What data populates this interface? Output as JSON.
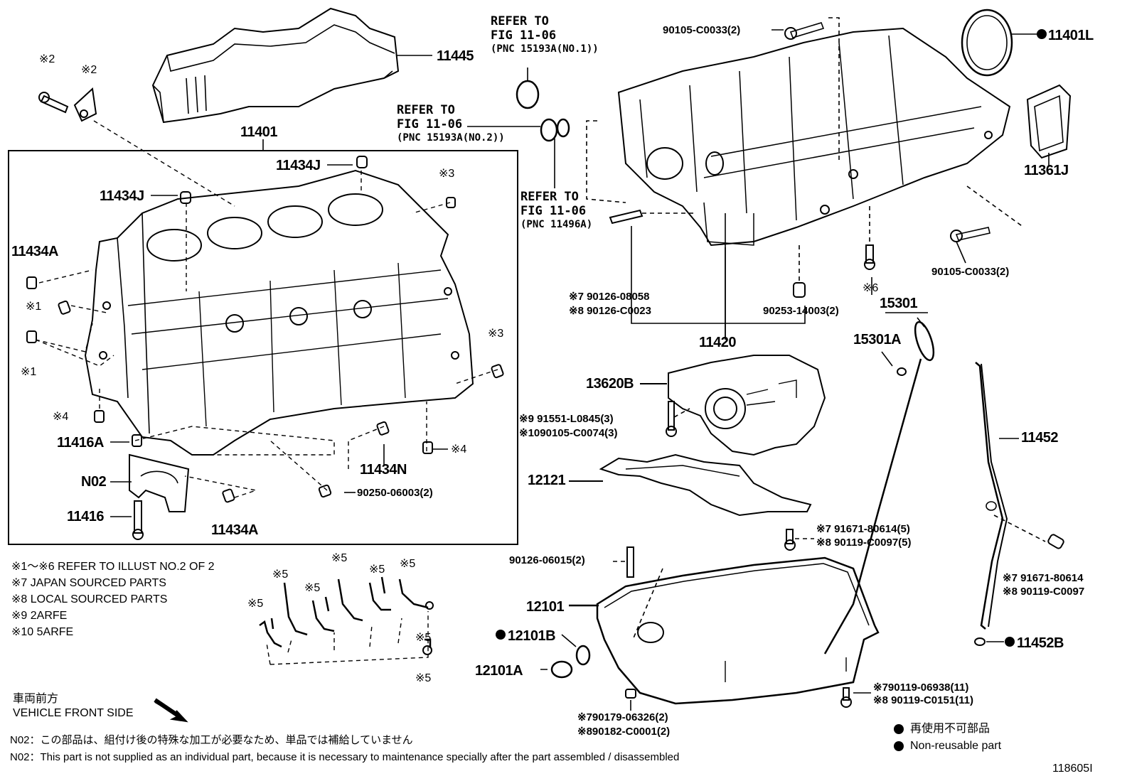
{
  "labels": {
    "p11445": "11445",
    "p11401": "11401",
    "p11401L": "11401L",
    "p11361J": "11361J",
    "p11434J_a": "11434J",
    "p11434J_b": "11434J",
    "p11434A_a": "11434A",
    "p11434A_b": "11434A",
    "p11434N": "11434N",
    "p11416A": "11416A",
    "p11416": "11416",
    "pN02": "N02",
    "p90250": "90250-06003(2)",
    "p90105_top": "90105-C0033(2)",
    "p90105_right": "90105-C0033(2)",
    "p90126_a": "※7 90126-08058",
    "p90126_b": "※8 90126-C0023",
    "p90253": "90253-14003(2)",
    "p11420": "11420",
    "p15301": "15301",
    "p15301A": "15301A",
    "p13620B": "13620B",
    "p91551": "※9  91551-L0845(3)",
    "p90105_c0074": "※1090105-C0074(3)",
    "p11452": "11452",
    "p12121": "12121",
    "p91671_a": "※7 91671-80614(5)",
    "p90119_a": "※8 90119-C0097(5)",
    "p91671_b": "※7 91671-80614",
    "p90119_b": "※8 90119-C0097",
    "p90126_06015": "90126-06015(2)",
    "p12101": "12101",
    "p12101B": "12101B",
    "p12101A": "12101A",
    "p11452B": "11452B",
    "p90119_06938": "※790119-06938(11)",
    "p90119_c0151": "※8 90119-C0151(11)",
    "p90179": "※790179-06326(2)",
    "p90182": "※890182-C0001(2)",
    "m2a": "※2",
    "m2b": "※2",
    "m3a": "※3",
    "m3b": "※3",
    "m1a": "※1",
    "m1b": "※1",
    "m4a": "※4",
    "m4b": "※4",
    "m6": "※6",
    "m5a": "※5",
    "m5b": "※5",
    "m5c": "※5",
    "m5d": "※5",
    "m5e": "※5",
    "m5f": "※5",
    "m5g": "※5",
    "m5h": "※5"
  },
  "refs": {
    "ref1": [
      "REFER TO",
      "FIG 11-06",
      "(PNC 15193A(NO.1))"
    ],
    "ref2": [
      "REFER TO",
      "FIG 11-06",
      "(PNC 15193A(NO.2))"
    ],
    "ref3": [
      "REFER TO",
      "FIG 11-06",
      "(PNC 11496A)"
    ]
  },
  "notes": {
    "n1": "※1〜※6  REFER TO ILLUST NO.2 OF 2",
    "n7": "※7 JAPAN SOURCED PARTS",
    "n8": "※8 LOCAL SOURCED PARTS",
    "n9": "※9 2ARFE",
    "n10": "※10 5ARFE"
  },
  "footer": {
    "front_jp": "車両前方",
    "front_en": "VEHICLE FRONT SIDE",
    "n02_jp": "N02：この部品は、組付け後の特殊な加工が必要なため、単品では補給していません",
    "n02_en": "N02：This part is not supplied as an individual part, because it is necessary to maintenance specially after the part assembled / disassembled",
    "legend_jp": "再使用不可部品",
    "legend_en": "Non-reusable part",
    "figure_id": "118605I"
  }
}
